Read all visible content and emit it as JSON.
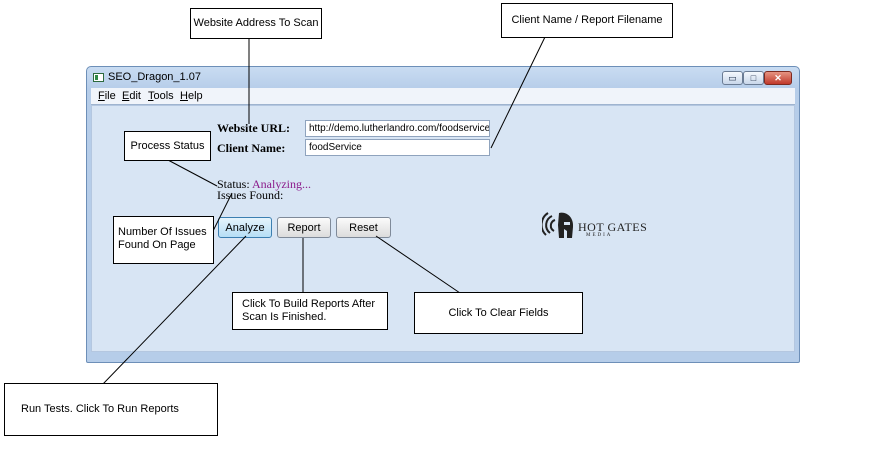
{
  "window": {
    "title": "SEO_Dragon_1.07",
    "controls": {
      "minimize": "▭",
      "maximize": "□",
      "close": "✕"
    }
  },
  "menu": {
    "items": [
      {
        "label": "File",
        "mnemonic": "F",
        "rest": "ile"
      },
      {
        "label": "Edit",
        "mnemonic": "E",
        "rest": "dit"
      },
      {
        "label": "Tools",
        "mnemonic": "T",
        "rest": "ools"
      },
      {
        "label": "Help",
        "mnemonic": "H",
        "rest": "elp"
      }
    ]
  },
  "form": {
    "website_url_label": "Website URL:",
    "website_url_value": "http://demo.lutherlandro.com/foodservice/",
    "client_name_label": "Client Name:",
    "client_name_value": "foodService",
    "status_label": "Status:",
    "status_value": "Analyzing...",
    "issues_label": "Issues Found:"
  },
  "buttons": {
    "analyze": "Analyze",
    "report": "Report",
    "reset": "Reset"
  },
  "logo": {
    "icon": "spartan-helmet-icon",
    "name": "HOT GATES",
    "subtitle": "MEDIA"
  },
  "callouts": {
    "website_address": "Website Address To Scan",
    "client_name": "Client Name / Report Filename",
    "process_status": "Process Status",
    "issues_count_line1": "Number Of Issues",
    "issues_count_line2": "Found On Page",
    "report_line1": "Click To Build Reports After",
    "report_line2": "Scan Is Finished.",
    "reset": "Click To Clear Fields",
    "analyze": "Run Tests. Click To Run Reports"
  },
  "colors": {
    "status_value": "#8b1a8b",
    "client_area": "#d8e5f4"
  }
}
